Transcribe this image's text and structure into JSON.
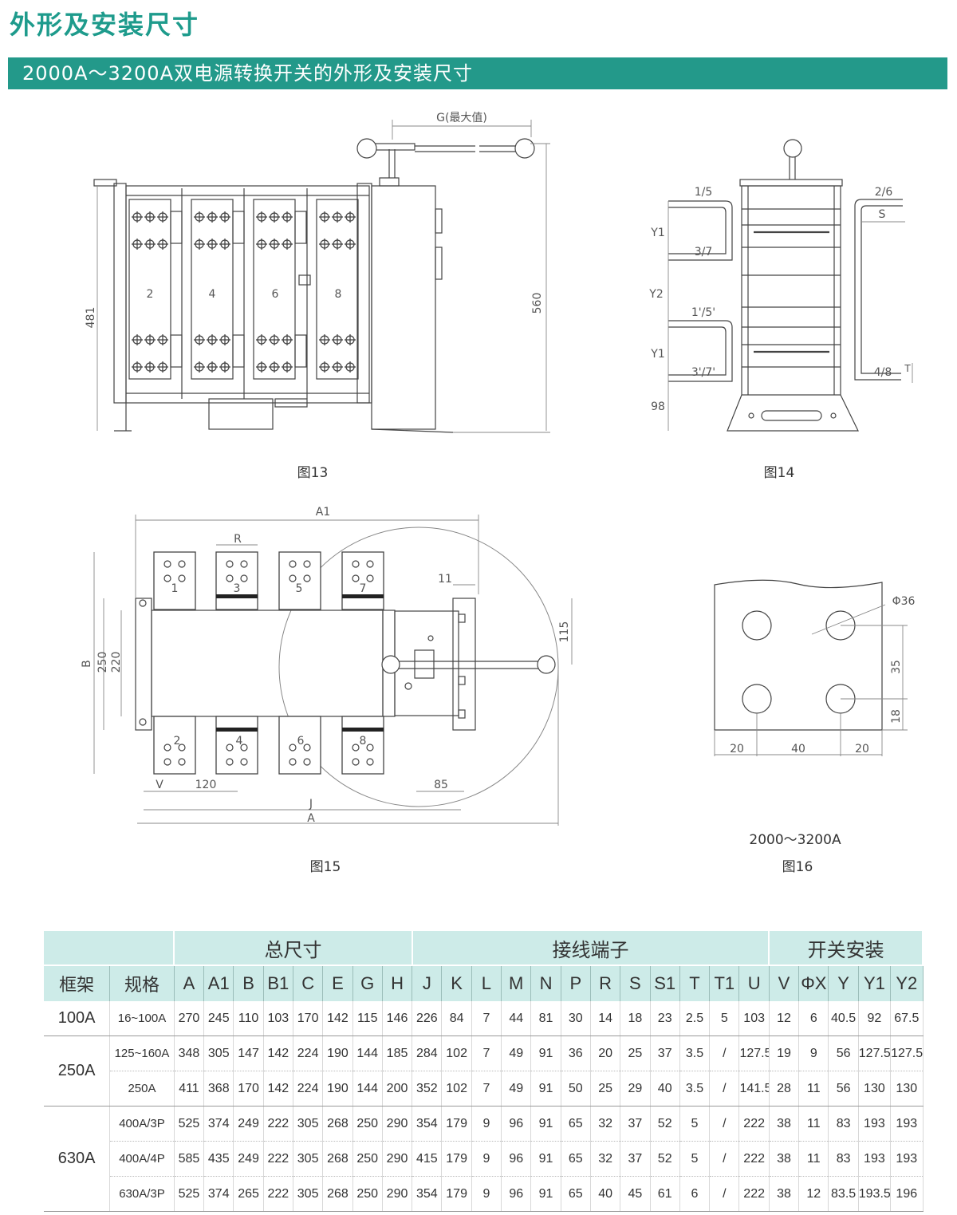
{
  "page": {
    "title": "外形及安装尺寸",
    "section": "2000A～3200A双电源转换开关的外形及安装尺寸"
  },
  "figures": {
    "fig13": {
      "caption": "图13",
      "dims": {
        "g": "G(最大值)",
        "h481": "481",
        "h560": "560"
      },
      "poles": [
        "2",
        "4",
        "6",
        "8"
      ]
    },
    "fig14": {
      "caption": "图14",
      "labels": [
        "1/5",
        "2/6",
        "S",
        "Y1",
        "3/7",
        "Y2",
        "1'/5'",
        "Y1",
        "3'/7'",
        "4/8",
        "T",
        "98"
      ]
    },
    "fig15": {
      "caption": "图15",
      "dims": {
        "a1": "A1",
        "r": "R",
        "d11": "11",
        "d115": "115",
        "b": "B",
        "d250": "250",
        "d220": "220",
        "v": "V",
        "d120": "120",
        "d85": "85",
        "j": "J",
        "a": "A"
      },
      "top_poles": [
        "1",
        "3",
        "5",
        "7"
      ],
      "bottom_poles": [
        "2",
        "4",
        "6",
        "8"
      ]
    },
    "fig16": {
      "caption": "图16",
      "subtitle": "2000～3200A",
      "dims": {
        "phi": "Φ36",
        "d35": "35",
        "d18": "18",
        "d20a": "20",
        "d40": "40",
        "d20b": "20"
      }
    }
  },
  "table": {
    "groups": {
      "overall": "总尺寸",
      "terminals": "接线端子",
      "mounting": "开关安装"
    },
    "columns": [
      "框架",
      "规格",
      "A",
      "A1",
      "B",
      "B1",
      "C",
      "E",
      "G",
      "H",
      "J",
      "K",
      "L",
      "M",
      "N",
      "P",
      "R",
      "S",
      "S1",
      "T",
      "T1",
      "U",
      "V",
      "ΦX",
      "Y",
      "Y1",
      "Y2"
    ],
    "frames": [
      {
        "name": "100A",
        "rows": [
          [
            "16~100A",
            "270",
            "245",
            "110",
            "103",
            "170",
            "142",
            "115",
            "146",
            "226",
            "84",
            "7",
            "44",
            "81",
            "30",
            "14",
            "18",
            "23",
            "2.5",
            "5",
            "103",
            "12",
            "6",
            "40.5",
            "92",
            "67.5"
          ]
        ]
      },
      {
        "name": "250A",
        "rows": [
          [
            "125~160A",
            "348",
            "305",
            "147",
            "142",
            "224",
            "190",
            "144",
            "185",
            "284",
            "102",
            "7",
            "49",
            "91",
            "36",
            "20",
            "25",
            "37",
            "3.5",
            "/",
            "127.5",
            "19",
            "9",
            "56",
            "127.5",
            "127.5"
          ],
          [
            "250A",
            "411",
            "368",
            "170",
            "142",
            "224",
            "190",
            "144",
            "200",
            "352",
            "102",
            "7",
            "49",
            "91",
            "50",
            "25",
            "29",
            "40",
            "3.5",
            "/",
            "141.5",
            "28",
            "11",
            "56",
            "130",
            "130"
          ]
        ]
      },
      {
        "name": "630A",
        "rows": [
          [
            "400A/3P",
            "525",
            "374",
            "249",
            "222",
            "305",
            "268",
            "250",
            "290",
            "354",
            "179",
            "9",
            "96",
            "91",
            "65",
            "32",
            "37",
            "52",
            "5",
            "/",
            "222",
            "38",
            "11",
            "83",
            "193",
            "193"
          ],
          [
            "400A/4P",
            "585",
            "435",
            "249",
            "222",
            "305",
            "268",
            "250",
            "290",
            "415",
            "179",
            "9",
            "96",
            "91",
            "65",
            "32",
            "37",
            "52",
            "5",
            "/",
            "222",
            "38",
            "11",
            "83",
            "193",
            "193"
          ],
          [
            "630A/3P",
            "525",
            "374",
            "265",
            "222",
            "305",
            "268",
            "250",
            "290",
            "354",
            "179",
            "9",
            "96",
            "91",
            "65",
            "40",
            "45",
            "61",
            "6",
            "/",
            "222",
            "38",
            "12",
            "83.5",
            "193.5",
            "196"
          ]
        ]
      }
    ]
  }
}
